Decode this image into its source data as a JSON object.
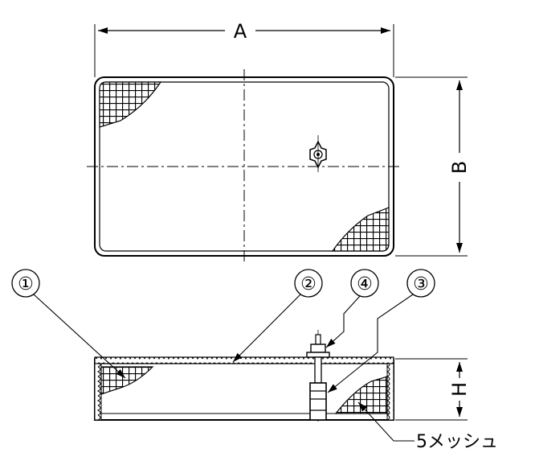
{
  "dimensions": {
    "width_label": "A",
    "depth_label": "B",
    "height_label": "H"
  },
  "callouts": [
    {
      "number": "①"
    },
    {
      "number": "②"
    },
    {
      "number": "③"
    },
    {
      "number": "④"
    }
  ],
  "note": "5メッシュ"
}
